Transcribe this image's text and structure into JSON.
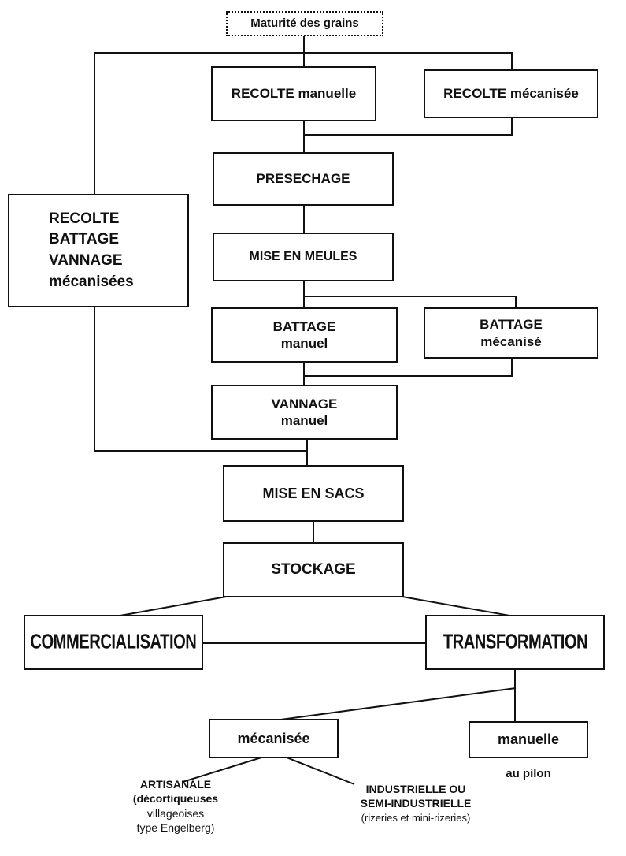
{
  "colors": {
    "ink": "#111111",
    "background": "#ffffff"
  },
  "nodes": {
    "maturite": {
      "label": "Maturité des grains"
    },
    "recolte_manuelle": {
      "label": "RECOLTE manuelle"
    },
    "recolte_mecanisee": {
      "label": "RECOLTE mécanisée"
    },
    "presechage": {
      "label": "PRESECHAGE"
    },
    "mise_en_meules": {
      "label": "MISE EN MEULES"
    },
    "battage_manuel": {
      "line1": "BATTAGE",
      "line2": "manuel"
    },
    "battage_mecanise": {
      "line1": "BATTAGE",
      "line2": "mécanisé"
    },
    "vannage_manuel": {
      "line1": "VANNAGE",
      "line2": "manuel"
    },
    "recolte_battage_vannage": {
      "line1": "RECOLTE",
      "line2": "BATTAGE",
      "line3": "VANNAGE",
      "line4": "mécanisées"
    },
    "mise_en_sacs": {
      "label": "MISE EN SACS"
    },
    "stockage": {
      "label": "STOCKAGE"
    },
    "commercialisation": {
      "label": "COMMERCIALISATION"
    },
    "transformation": {
      "label": "TRANSFORMATION"
    },
    "mecanisee": {
      "label": "mécanisée"
    },
    "manuelle": {
      "label": "manuelle",
      "sublabel": "au pilon"
    },
    "artisanale": {
      "line1": "ARTISANALE",
      "line2": "(décortiqueuses",
      "line3": "villageoises",
      "line4": "type Engelberg)"
    },
    "industrielle": {
      "line1": "INDUSTRIELLE OU",
      "line2": "SEMI-INDUSTRIELLE",
      "line3": "(rizeries et mini-rizeries)"
    }
  }
}
